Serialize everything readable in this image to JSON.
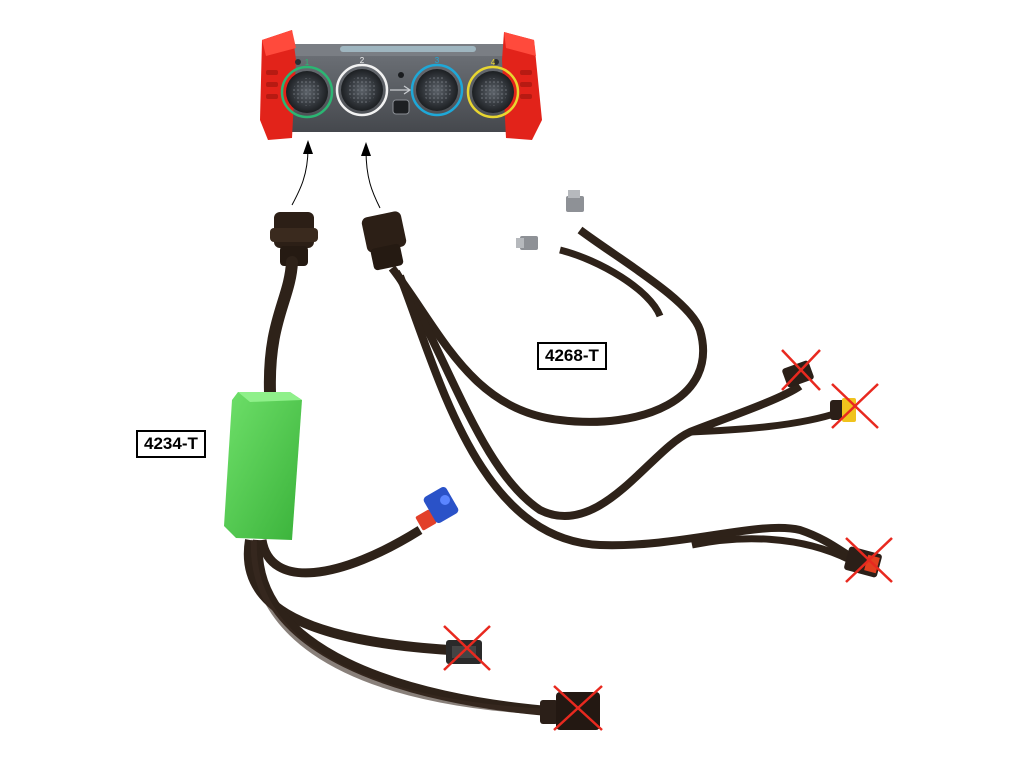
{
  "labels": {
    "adapter_a": "4234-T",
    "adapter_b": "4268-T"
  },
  "device": {
    "port_numbers": [
      "1",
      "2",
      "3",
      "4"
    ]
  },
  "icons": {
    "arrow_1": "arrow-up-icon",
    "arrow_2": "arrow-up-icon",
    "cross": "cross-mark-icon"
  },
  "colors": {
    "device_body": "#55595f",
    "bumper": "#e2231a",
    "port_1": "#2bb673",
    "port_2": "#f2f2f2",
    "port_3": "#1ea8d8",
    "port_4": "#e8d630",
    "cable": "#2e2219",
    "adapter_box": "#4cc84a",
    "cross": "#e8291f",
    "connector_blue": "#2a52c8"
  }
}
